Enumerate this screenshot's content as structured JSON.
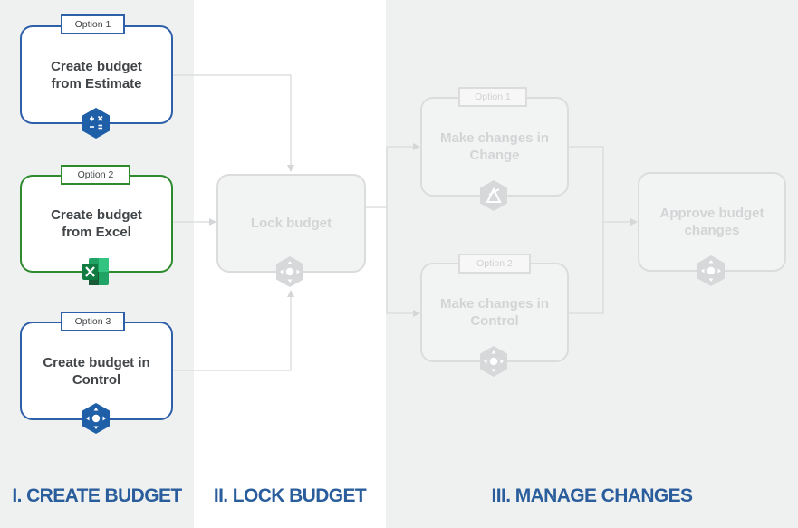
{
  "columns": {
    "create": "I. CREATE BUDGET",
    "lock": "II. LOCK BUDGET",
    "manage": "III. MANAGE CHANGES"
  },
  "nodes": {
    "estimate": {
      "tag": "Option 1",
      "line1": "Create budget",
      "line2": "from Estimate",
      "icon": "calculator-icon"
    },
    "excel": {
      "tag": "Option 2",
      "line1": "Create budget",
      "line2": "from Excel",
      "icon": "excel-icon"
    },
    "control_create": {
      "tag": "Option 3",
      "line1": "Create budget in",
      "line2": "Control",
      "icon": "control-joystick-icon"
    },
    "lock": {
      "line1": "Lock budget",
      "icon": "control-joystick-icon"
    },
    "change": {
      "tag": "Option 1",
      "line1": "Make changes in",
      "line2": "Change",
      "icon": "change-triangle-icon"
    },
    "control_change": {
      "tag": "Option 2",
      "line1": "Make changes in",
      "line2": "Control",
      "icon": "control-joystick-icon"
    },
    "approve": {
      "line1": "Approve budget",
      "line2": "changes",
      "icon": "control-joystick-icon"
    }
  },
  "colors": {
    "blue": "#2e5fa9",
    "green": "#2d8a2d",
    "title": "#2a5d9b",
    "icon_blue": "#1f5fa8",
    "excel_green": "#1e7145",
    "inactive": "#d6d8d9"
  }
}
